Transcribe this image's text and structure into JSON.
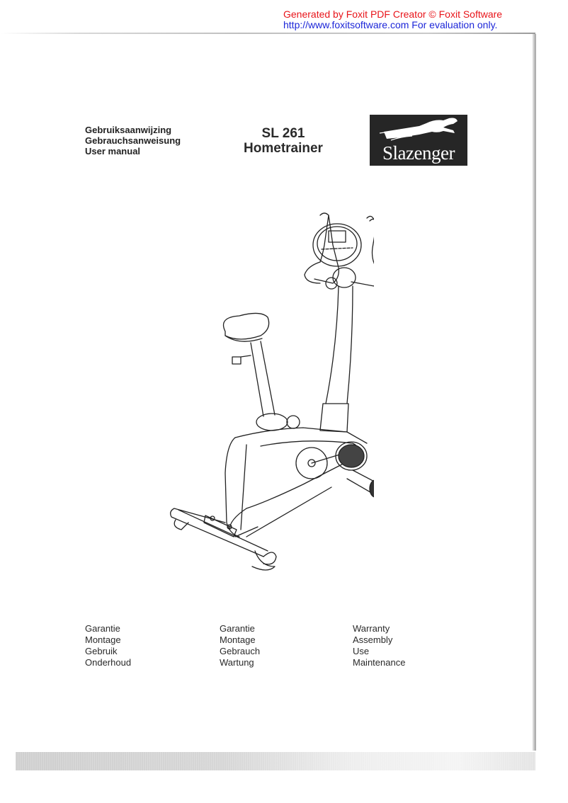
{
  "watermark": {
    "line1": "Generated by Foxit PDF Creator © Foxit Software",
    "line2": "http://www.foxitsoftware.com   For evaluation only.",
    "line1_color": "#e8141a",
    "line2_color": "#1c26d8"
  },
  "header": {
    "manual_titles": [
      "Gebruiksaanwijzing",
      "Gebrauchsanweisung",
      "User manual"
    ],
    "model": "SL 261",
    "product": "Hometrainer",
    "brand": "Slazenger",
    "brand_icon": "leaping-panther-logo"
  },
  "illustration": {
    "subject": "upright exercise bike (hometrainer) line drawing",
    "icon": "exercise-bike-illustration"
  },
  "contents": {
    "dutch": [
      "Garantie",
      "Montage",
      "Gebruik",
      "Onderhoud"
    ],
    "german": [
      "Garantie",
      "Montage",
      "Gebrauch",
      "Wartung"
    ],
    "english": [
      "Warranty",
      "Assembly",
      "Use",
      "Maintenance"
    ]
  }
}
